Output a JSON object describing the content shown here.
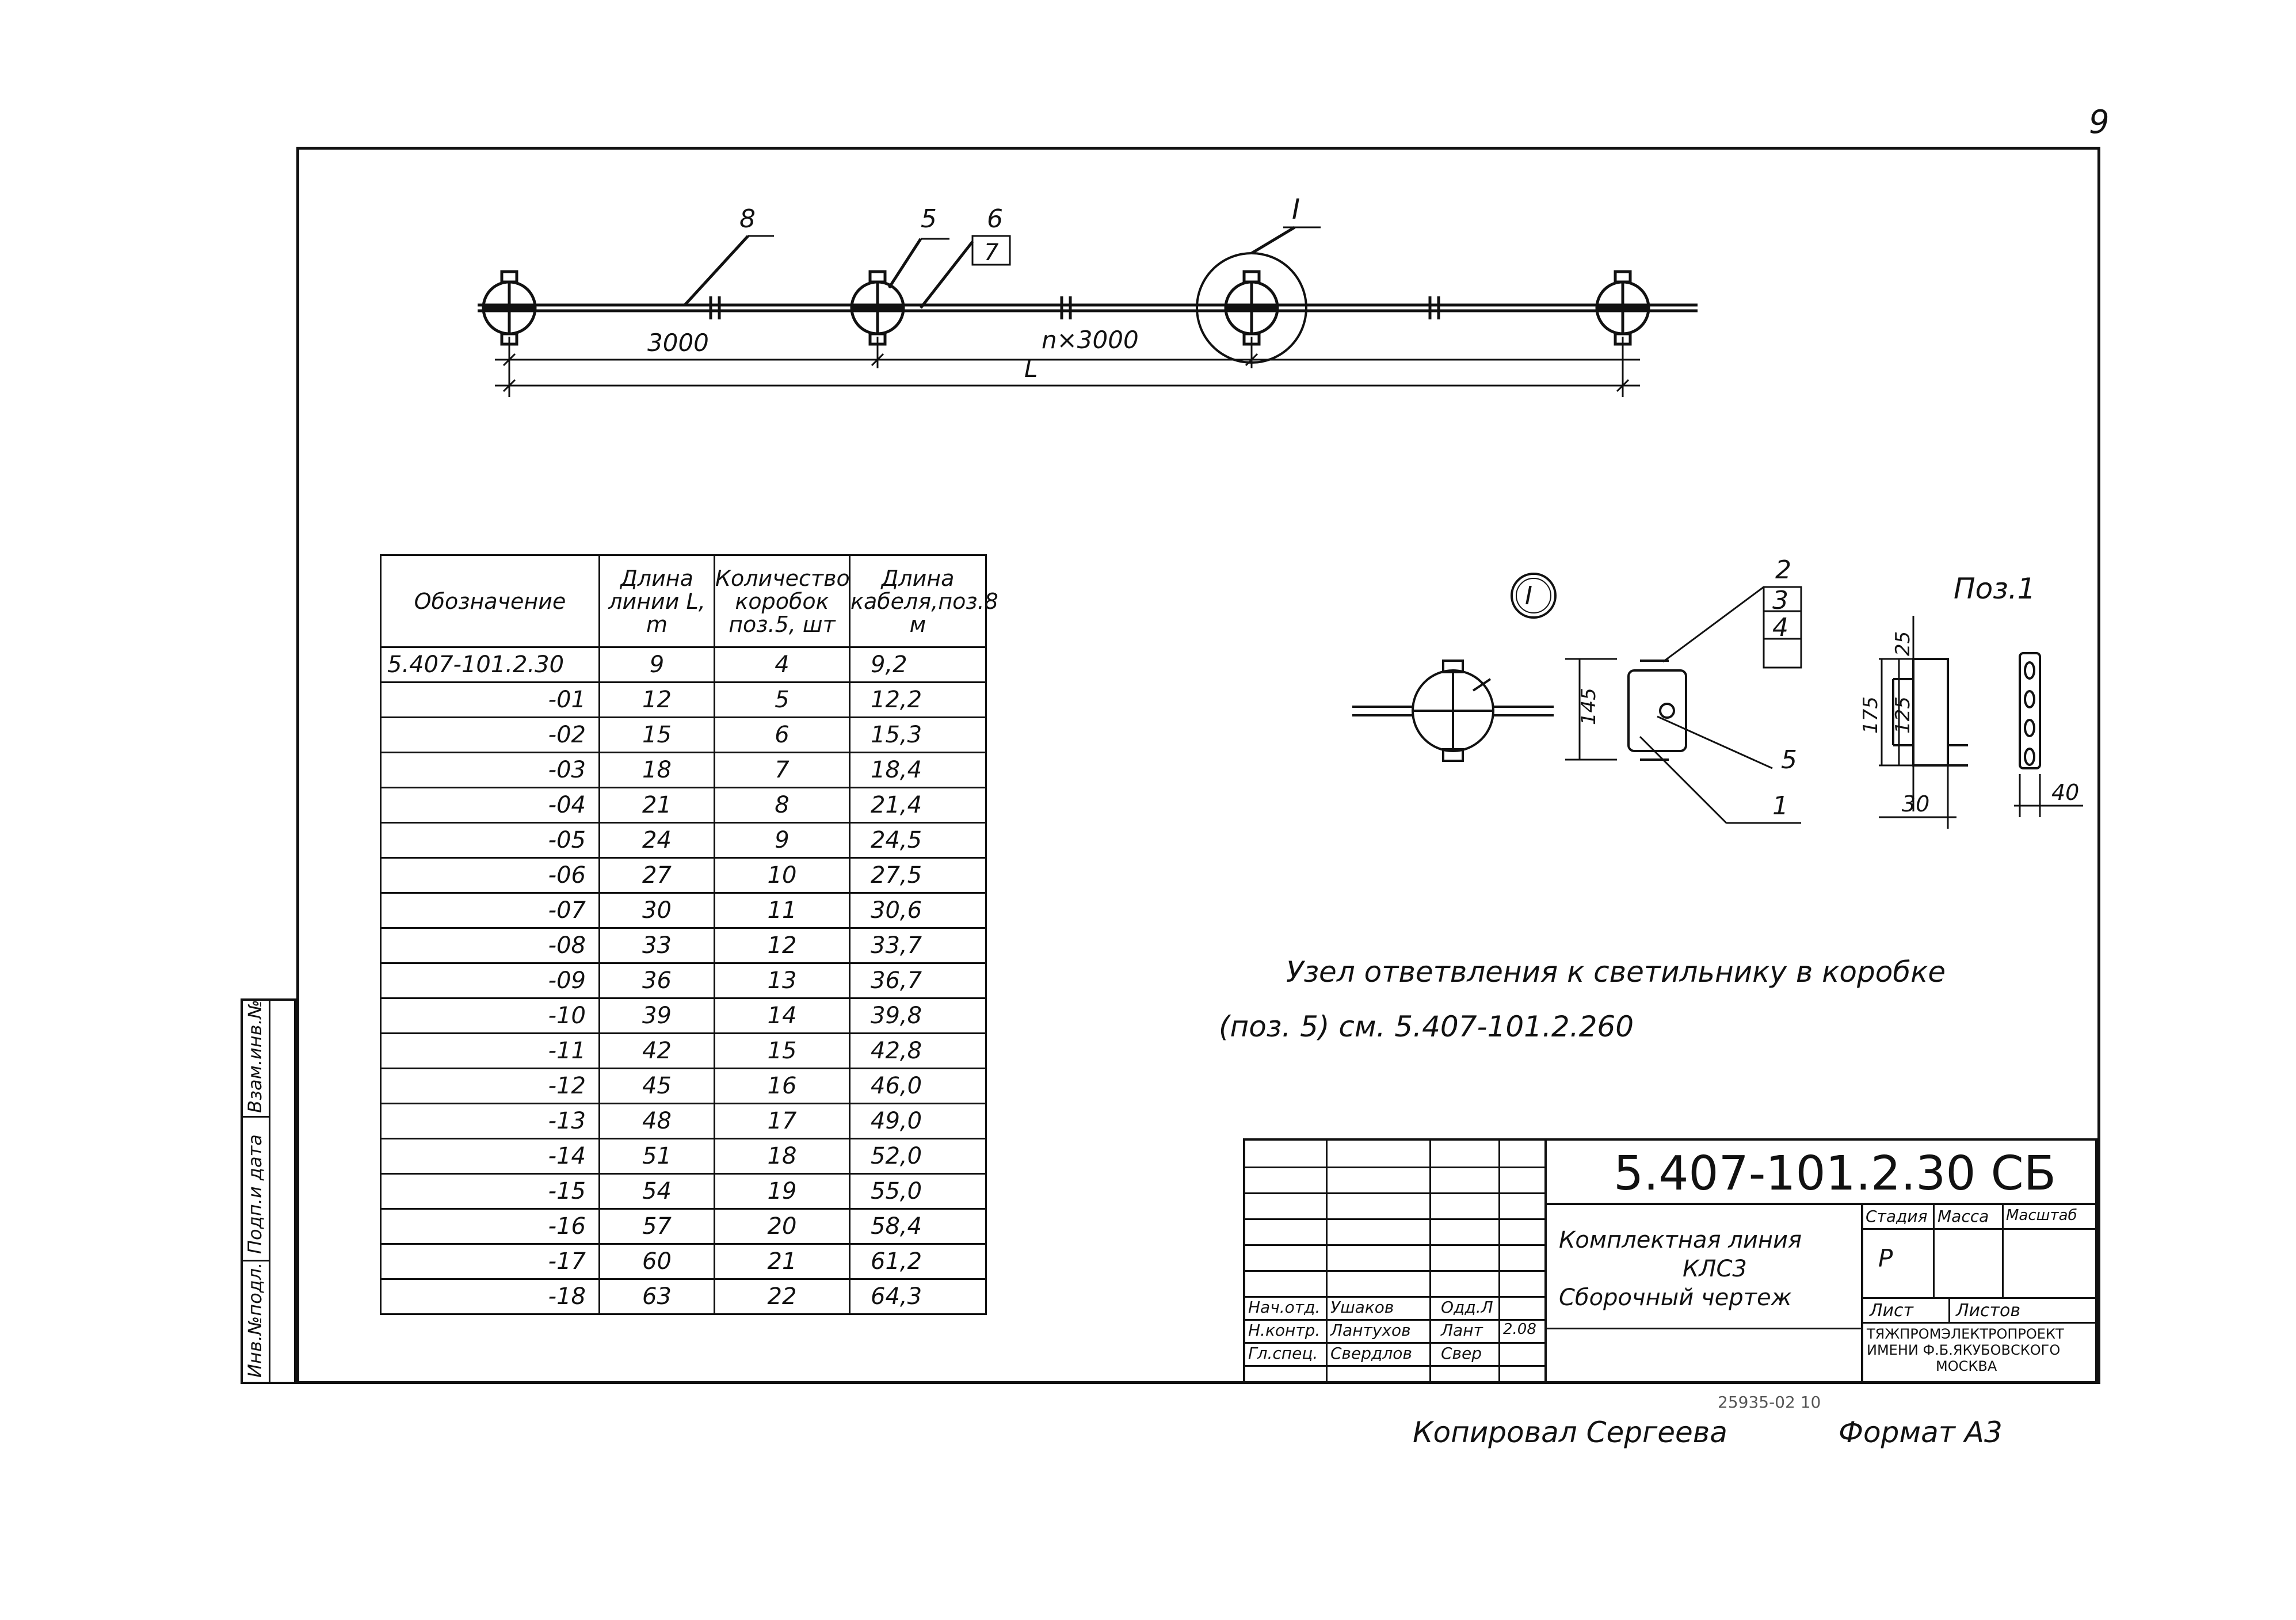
{
  "sheet_number": "9",
  "drawing_labels": {
    "pos_8": "8",
    "pos_5": "5",
    "pos_6": "6",
    "pos_7": "7",
    "node_callout": "I",
    "dim_3000": "3000",
    "dim_n3000": "n×3000",
    "dim_L": "L"
  },
  "detail_labels": {
    "node_circle": "I",
    "pos_2": "2",
    "pos_3": "3",
    "pos_4": "4",
    "pos_5": "5",
    "pos_1": "1",
    "dim_145": "145",
    "poz1_title": "Поз.1",
    "dim_25": "25",
    "dim_125": "125",
    "dim_175": "175",
    "dim_30": "30",
    "dim_40": "40"
  },
  "spec_table": {
    "headers": [
      "Обозначение",
      "Длина линии L, m",
      "Количество коробок поз.5, шт",
      "Длина кабеля,поз.8 м"
    ],
    "rows": [
      [
        "5.407-101.2.30",
        "9",
        "4",
        "9,2"
      ],
      [
        "-01",
        "12",
        "5",
        "12,2"
      ],
      [
        "-02",
        "15",
        "6",
        "15,3"
      ],
      [
        "-03",
        "18",
        "7",
        "18,4"
      ],
      [
        "-04",
        "21",
        "8",
        "21,4"
      ],
      [
        "-05",
        "24",
        "9",
        "24,5"
      ],
      [
        "-06",
        "27",
        "10",
        "27,5"
      ],
      [
        "-07",
        "30",
        "11",
        "30,6"
      ],
      [
        "-08",
        "33",
        "12",
        "33,7"
      ],
      [
        "-09",
        "36",
        "13",
        "36,7"
      ],
      [
        "-10",
        "39",
        "14",
        "39,8"
      ],
      [
        "-11",
        "42",
        "15",
        "42,8"
      ],
      [
        "-12",
        "45",
        "16",
        "46,0"
      ],
      [
        "-13",
        "48",
        "17",
        "49,0"
      ],
      [
        "-14",
        "51",
        "18",
        "52,0"
      ],
      [
        "-15",
        "54",
        "19",
        "55,0"
      ],
      [
        "-16",
        "57",
        "20",
        "58,4"
      ],
      [
        "-17",
        "60",
        "21",
        "61,2"
      ],
      [
        "-18",
        "63",
        "22",
        "64,3"
      ]
    ]
  },
  "note": {
    "line1": "Узел ответвления к  светильнику в коробке",
    "line2": "(поз. 5)  см. 5.407-101.2.260"
  },
  "title_block": {
    "doc_code": "5.407-101.2.30 СБ",
    "name_line1": "Комплектная линия",
    "name_line2": "КЛС3",
    "name_line3": "Сборочный чертеж",
    "stage_header": "Стадия",
    "mass_header": "Масса",
    "scale_header": "Масштаб",
    "stage_value": "Р",
    "sheet_label": "Лист",
    "sheets_label": "Листов",
    "org_line1": "ТЯЖПРОМЭЛЕКТРОПРОЕКТ",
    "org_line2": "ИМЕНИ Ф.Б.ЯКУБОВСКОГО",
    "org_line3": "МОСКВА",
    "sign_rows": [
      [
        "Нач.отд.",
        "Ушаков",
        "Одд.Л"
      ],
      [
        "Н.контр.",
        "Лантухов",
        "Лант",
        "2.08"
      ],
      [
        "Гл.спец.",
        "Свердлов",
        "Свер"
      ]
    ]
  },
  "stamp_left": [
    "Инв.№подл.",
    "Подп.и дата",
    "Взам.инв.№"
  ],
  "archive_number": "25935-02   10",
  "copied_by": "Копировал  Сергеева",
  "format_label": "Формат А3"
}
